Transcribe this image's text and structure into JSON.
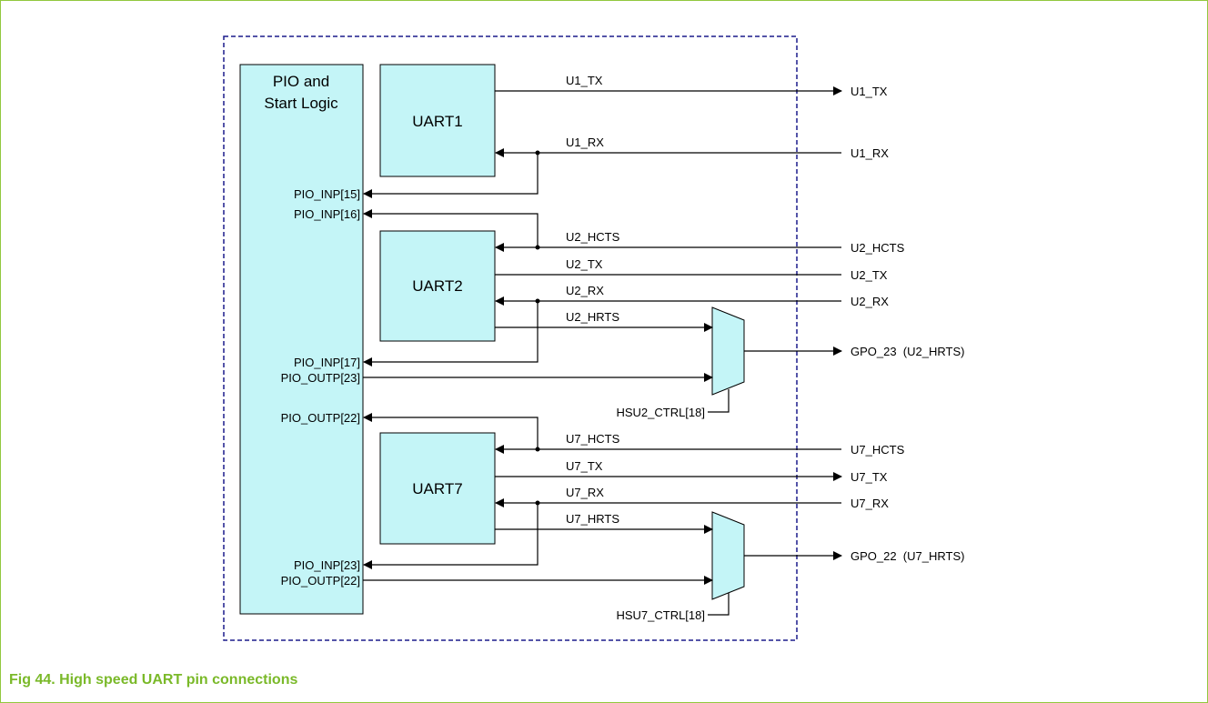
{
  "colors": {
    "border": "#92c83e",
    "caption": "#7ab929",
    "block_fill": "#c4f5f7",
    "dashed_box": "#1c1c8c",
    "line": "#000000"
  },
  "pio_block": {
    "title_line1": "PIO and",
    "title_line2": "Start Logic",
    "pins": {
      "inp15": "PIO_INP[15]",
      "inp16": "PIO_INP[16]",
      "inp17": "PIO_INP[17]",
      "outp23": "PIO_OUTP[23]",
      "outp22_top": "PIO_OUTP[22]",
      "inp23": "PIO_INP[23]",
      "outp22_bottom": "PIO_OUTP[22]"
    }
  },
  "uart1": {
    "name": "UART1",
    "tx": "U1_TX",
    "rx": "U1_RX",
    "pin_tx": "U1_TX",
    "pin_rx": "U1_RX"
  },
  "uart2": {
    "name": "UART2",
    "hcts": "U2_HCTS",
    "tx": "U2_TX",
    "rx": "U2_RX",
    "hrts": "U2_HRTS",
    "pin_hcts": "U2_HCTS",
    "pin_tx": "U2_TX",
    "pin_rx": "U2_RX",
    "gpo": "GPO_23  (U2_HRTS)",
    "ctrl": "HSU2_CTRL[18]"
  },
  "uart7": {
    "name": "UART7",
    "hcts": "U7_HCTS",
    "tx": "U7_TX",
    "rx": "U7_RX",
    "hrts": "U7_HRTS",
    "pin_hcts": "U7_HCTS",
    "pin_tx": "U7_TX",
    "pin_rx": "U7_RX",
    "gpo": "GPO_22  (U7_HRTS)",
    "ctrl": "HSU7_CTRL[18]"
  },
  "caption": "Fig 44.  High speed UART pin connections"
}
